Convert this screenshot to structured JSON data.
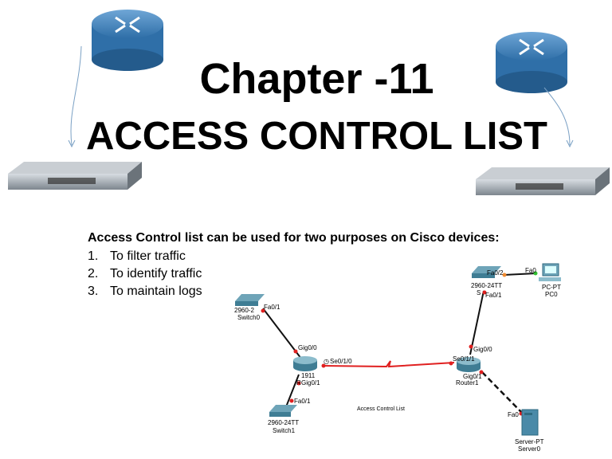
{
  "title": "Chapter -11",
  "subtitle": "ACCESS CONTROL LIST",
  "intro": "Access Control list can be used for two purposes on Cisco devices:",
  "purposes": [
    {
      "num": "1.",
      "text": "To filter traffic"
    },
    {
      "num": "2.",
      "text": "To identify traffic"
    },
    {
      "num": "3.",
      "text": "To maintain logs"
    }
  ],
  "diagram": {
    "caption": "Access Control List",
    "switch0": {
      "model": "2960-2",
      "name": "Switch0",
      "port": "Fa0/1"
    },
    "switch1": {
      "model": "2960-24TT",
      "name": "Switch1",
      "port": "Fa0/1"
    },
    "switch2": {
      "model": "2960-24TT",
      "name": "S",
      "port_up": "Fa0/2",
      "port_down": "Fa0/1"
    },
    "router0": {
      "model": "1911",
      "name": "R",
      "port_gig0": "Gig0/0",
      "port_gig1": "Gig0/1",
      "port_serial": "Se0/1/0"
    },
    "router1": {
      "name": "Router1",
      "port_gig0": "Gig0/0",
      "port_gig1": "Gig0/1",
      "port_serial": "Se0/1/1"
    },
    "pc0": {
      "model": "PC-PT",
      "name": "PC0",
      "port": "Fa0"
    },
    "server0": {
      "model": "Server-PT",
      "name": "Server0",
      "port": "Fa0"
    }
  },
  "colors": {
    "link_serial": "#e02020",
    "device": "#4a8aa8",
    "port_dot": "#e02020"
  }
}
